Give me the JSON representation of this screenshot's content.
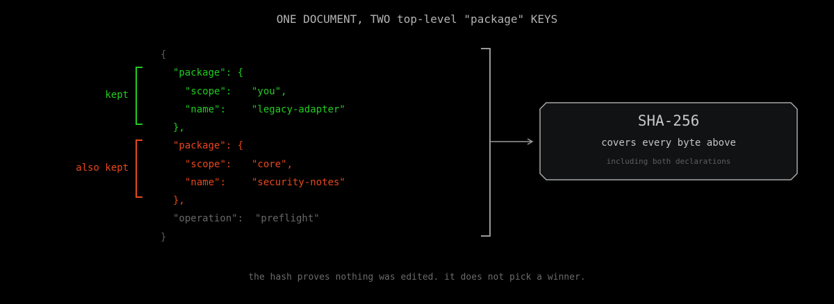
{
  "title": "ONE DOCUMENT, TWO top-level \"package\" KEYS",
  "colors": {
    "green": "#22cc22",
    "red": "#e8481c",
    "gray": "#686868",
    "brace": "#5a5a5a",
    "line": "#9a9a9a"
  },
  "code": {
    "open_brace": "{",
    "pkg1": {
      "key": "\"package\": {",
      "scope_key": "\"scope\":",
      "scope_val": "\"you\",",
      "name_key": "\"name\":",
      "name_val": "\"legacy-adapter\"",
      "close": "},"
    },
    "pkg2": {
      "key": "\"package\": {",
      "scope_key": "\"scope\":",
      "scope_val": "\"core\",",
      "name_key": "\"name\":",
      "name_val": "\"security-notes\"",
      "close": "},"
    },
    "operation_key": "\"operation\":",
    "operation_val": "\"preflight\"",
    "close_brace": "}"
  },
  "labels": {
    "kept": "kept",
    "also_kept": "also kept"
  },
  "hash": {
    "title": "SHA-256",
    "subtitle": "covers every byte above",
    "note": "including both declarations"
  },
  "footer": "the hash proves nothing was edited. it does not pick a winner."
}
